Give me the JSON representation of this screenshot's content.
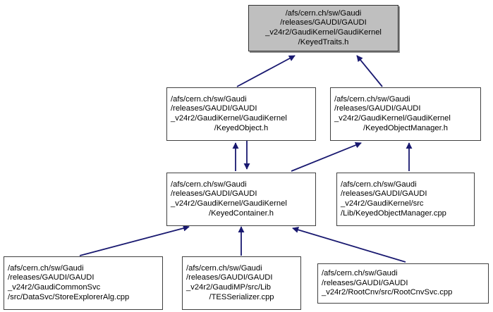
{
  "graph": {
    "type": "include-dependency-graph",
    "title": "",
    "edge_color": "#191970",
    "root_fill": "#bfbfbf",
    "node_fill": "#ffffff",
    "node_border": "#404040",
    "nodes": [
      {
        "id": "keyedtraits",
        "is_root": true,
        "label": "/afs/cern.ch/sw/Gaudi/releases/GAUDI/GAUDI_v24r2/GaudiKernel/GaudiKernel/KeyedTraits.h",
        "lines": [
          "/afs/cern.ch/sw/Gaudi",
          "/releases/GAUDI/GAUDI",
          "_v24r2/GaudiKernel/GaudiKernel",
          "/KeyedTraits.h"
        ]
      },
      {
        "id": "keyedobject",
        "is_root": false,
        "label": "/afs/cern.ch/sw/Gaudi/releases/GAUDI/GAUDI_v24r2/GaudiKernel/GaudiKernel/KeyedObject.h",
        "lines": [
          "/afs/cern.ch/sw/Gaudi",
          "/releases/GAUDI/GAUDI",
          "_v24r2/GaudiKernel/GaudiKernel",
          "/KeyedObject.h"
        ]
      },
      {
        "id": "keyedobjectmanager_h",
        "is_root": false,
        "label": "/afs/cern.ch/sw/Gaudi/releases/GAUDI/GAUDI_v24r2/GaudiKernel/GaudiKernel/KeyedObjectManager.h",
        "lines": [
          "/afs/cern.ch/sw/Gaudi",
          "/releases/GAUDI/GAUDI",
          "_v24r2/GaudiKernel/GaudiKernel",
          "/KeyedObjectManager.h"
        ]
      },
      {
        "id": "keyedcontainer",
        "is_root": false,
        "label": "/afs/cern.ch/sw/Gaudi/releases/GAUDI/GAUDI_v24r2/GaudiKernel/GaudiKernel/KeyedContainer.h",
        "lines": [
          "/afs/cern.ch/sw/Gaudi",
          "/releases/GAUDI/GAUDI",
          "_v24r2/GaudiKernel/GaudiKernel",
          "/KeyedContainer.h"
        ]
      },
      {
        "id": "keyedobjectmanager_cpp",
        "is_root": false,
        "label": "/afs/cern.ch/sw/Gaudi/releases/GAUDI/GAUDI_v24r2/GaudiKernel/src/Lib/KeyedObjectManager.cpp",
        "lines": [
          "/afs/cern.ch/sw/Gaudi",
          "/releases/GAUDI/GAUDI",
          "_v24r2/GaudiKernel/src",
          "/Lib/KeyedObjectManager.cpp"
        ]
      },
      {
        "id": "storeexploreralg",
        "is_root": false,
        "label": "/afs/cern.ch/sw/Gaudi/releases/GAUDI/GAUDI_v24r2/GaudiCommonSvc/src/DataSvc/StoreExplorerAlg.cpp",
        "lines": [
          "/afs/cern.ch/sw/Gaudi",
          "/releases/GAUDI/GAUDI",
          "_v24r2/GaudiCommonSvc",
          "/src/DataSvc/StoreExplorerAlg.cpp"
        ]
      },
      {
        "id": "tesserializer",
        "is_root": false,
        "label": "/afs/cern.ch/sw/Gaudi/releases/GAUDI/GAUDI_v24r2/GaudiMP/src/Lib/TESSerializer.cpp",
        "lines": [
          "/afs/cern.ch/sw/Gaudi",
          "/releases/GAUDI/GAUDI",
          "_v24r2/GaudiMP/src/Lib",
          "/TESSerializer.cpp"
        ]
      },
      {
        "id": "rootcnvsvc",
        "is_root": false,
        "label": "/afs/cern.ch/sw/Gaudi/releases/GAUDI/GAUDI_v24r2/RootCnv/src/RootCnvSvc.cpp",
        "lines": [
          "/afs/cern.ch/sw/Gaudi",
          "/releases/GAUDI/GAUDI",
          "_v24r2/RootCnv/src/RootCnvSvc.cpp"
        ]
      }
    ],
    "edges": [
      {
        "from": "keyedobject",
        "to": "keyedtraits"
      },
      {
        "from": "keyedobjectmanager_h",
        "to": "keyedtraits"
      },
      {
        "from": "keyedcontainer",
        "to": "keyedobject"
      },
      {
        "from": "keyedobject",
        "to": "keyedcontainer"
      },
      {
        "from": "keyedcontainer",
        "to": "keyedobjectmanager_h"
      },
      {
        "from": "keyedobjectmanager_cpp",
        "to": "keyedobjectmanager_h"
      },
      {
        "from": "storeexploreralg",
        "to": "keyedcontainer"
      },
      {
        "from": "tesserializer",
        "to": "keyedcontainer"
      },
      {
        "from": "rootcnvsvc",
        "to": "keyedcontainer"
      }
    ]
  }
}
